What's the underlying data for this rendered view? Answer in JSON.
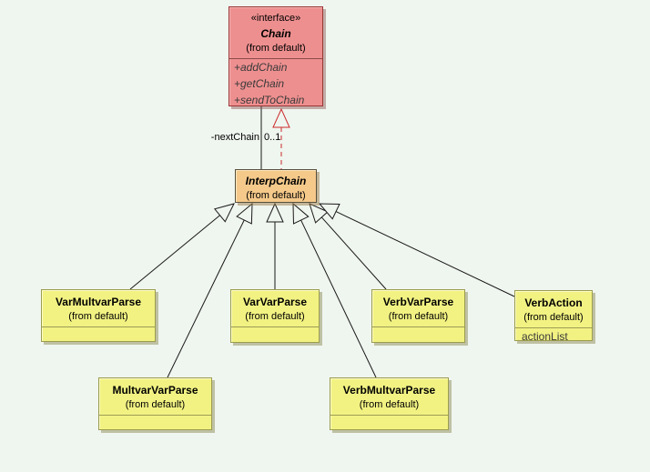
{
  "diagram": {
    "background_color": "#eff5ef",
    "nodes": {
      "chain": {
        "stereotype": "«interface»",
        "name": "Chain",
        "package": "(from default)",
        "operations": [
          "+addChain",
          "+getChain",
          "+sendToChain"
        ],
        "fill": "#ee8f8f"
      },
      "interpchain": {
        "name": "InterpChain",
        "package": "(from default)",
        "fill": "#f4c98a"
      },
      "varmultvarparse": {
        "name": "VarMultvarParse",
        "package": "(from default)",
        "fill": "#f2f283"
      },
      "varvarparse": {
        "name": "VarVarParse",
        "package": "(from default)",
        "fill": "#f2f283"
      },
      "verbvarparse": {
        "name": "VerbVarParse",
        "package": "(from default)",
        "fill": "#f2f283"
      },
      "verbaction": {
        "name": "VerbAction",
        "package": "(from default)",
        "attributes": [
          "actionList"
        ],
        "fill": "#f2f283"
      },
      "multvarvarparse": {
        "name": "MultvarVarParse",
        "package": "(from default)",
        "fill": "#f2f283"
      },
      "verbmultvarparse": {
        "name": "VerbMultvarParse",
        "package": "(from default)",
        "fill": "#f2f283"
      }
    },
    "edges": [
      {
        "id": "realization",
        "from": "interpchain",
        "to": "chain",
        "type": "realization",
        "color": "#cc2b2b"
      },
      {
        "id": "association",
        "from": "chain",
        "to": "interpchain",
        "type": "association",
        "label": "-nextChain",
        "multiplicity": "0..1",
        "color": "#1a1a1a"
      },
      {
        "id": "g1",
        "from": "varmultvarparse",
        "to": "interpchain",
        "type": "generalization",
        "color": "#1a1a1a"
      },
      {
        "id": "g2",
        "from": "multvarvarparse",
        "to": "interpchain",
        "type": "generalization",
        "color": "#1a1a1a"
      },
      {
        "id": "g3",
        "from": "varvarparse",
        "to": "interpchain",
        "type": "generalization",
        "color": "#1a1a1a"
      },
      {
        "id": "g4",
        "from": "verbmultvarparse",
        "to": "interpchain",
        "type": "generalization",
        "color": "#1a1a1a"
      },
      {
        "id": "g5",
        "from": "verbvarparse",
        "to": "interpchain",
        "type": "generalization",
        "color": "#1a1a1a"
      },
      {
        "id": "g6",
        "from": "verbaction",
        "to": "interpchain",
        "type": "generalization",
        "color": "#1a1a1a"
      }
    ]
  }
}
